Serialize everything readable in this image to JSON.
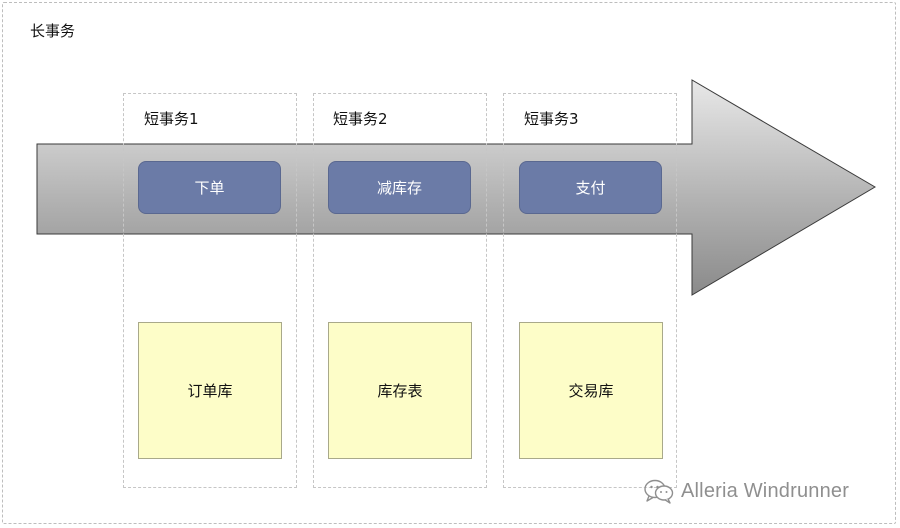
{
  "diagram": {
    "title": "长事务",
    "lanes": [
      {
        "title": "短事务1",
        "step": "下单",
        "database": "订单库"
      },
      {
        "title": "短事务2",
        "step": "减库存",
        "database": "库存表"
      },
      {
        "title": "短事务3",
        "step": "支付",
        "database": "交易库"
      }
    ]
  },
  "watermark": {
    "text": "Alleria Windrunner",
    "icon": "wechat-icon"
  },
  "colors": {
    "step_fill": "#6b7ba7",
    "database_fill": "#fdfdc8",
    "arrow_light": "#e6e6e6",
    "arrow_dark": "#8c8c8c"
  }
}
